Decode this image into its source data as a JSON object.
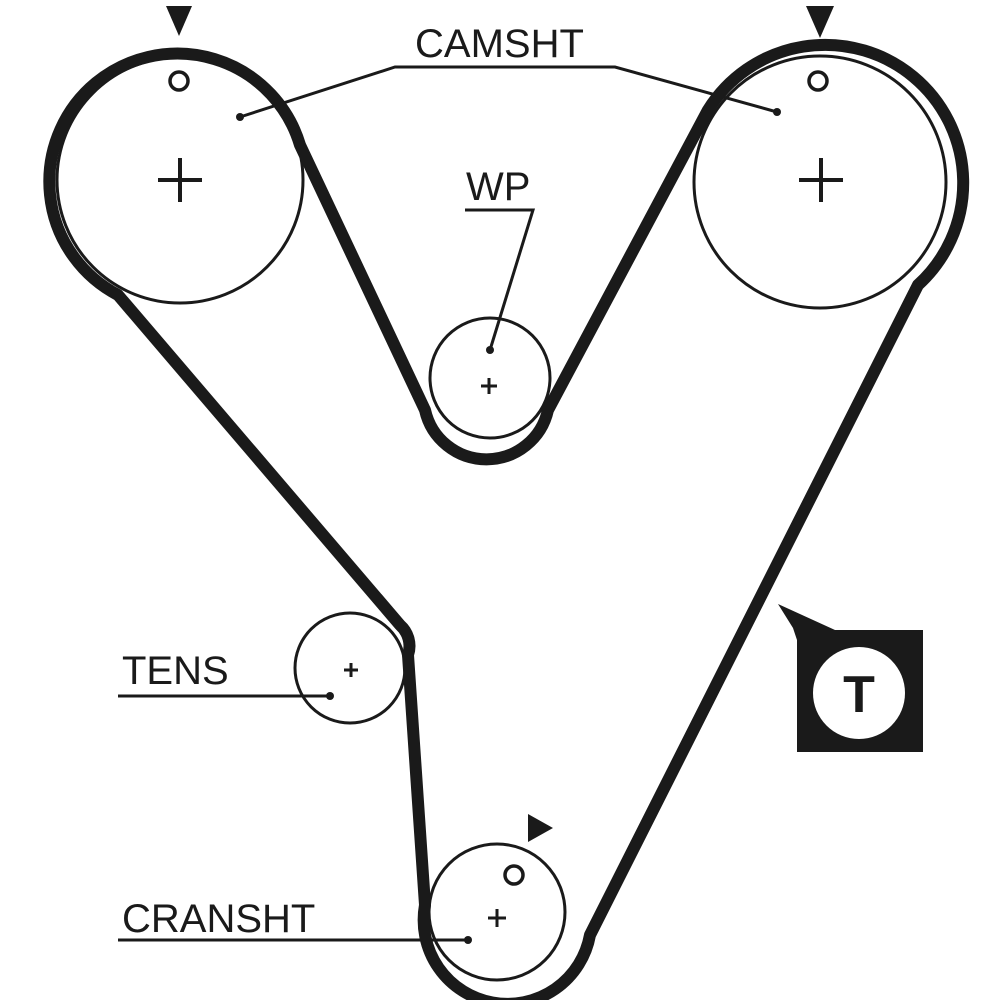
{
  "labels": {
    "camshaft": "CAMSHT",
    "water_pump": "WP",
    "tensioner": "TENS",
    "crankshaft": "CRANSHT"
  },
  "tensioner_badge": {
    "letter": "T"
  },
  "colors": {
    "ink": "#1a1a1a",
    "background": "#ffffff"
  },
  "icons": [
    "timing-mark-arrow",
    "timing-mark-dot",
    "center-cross",
    "tensioner-badge"
  ]
}
